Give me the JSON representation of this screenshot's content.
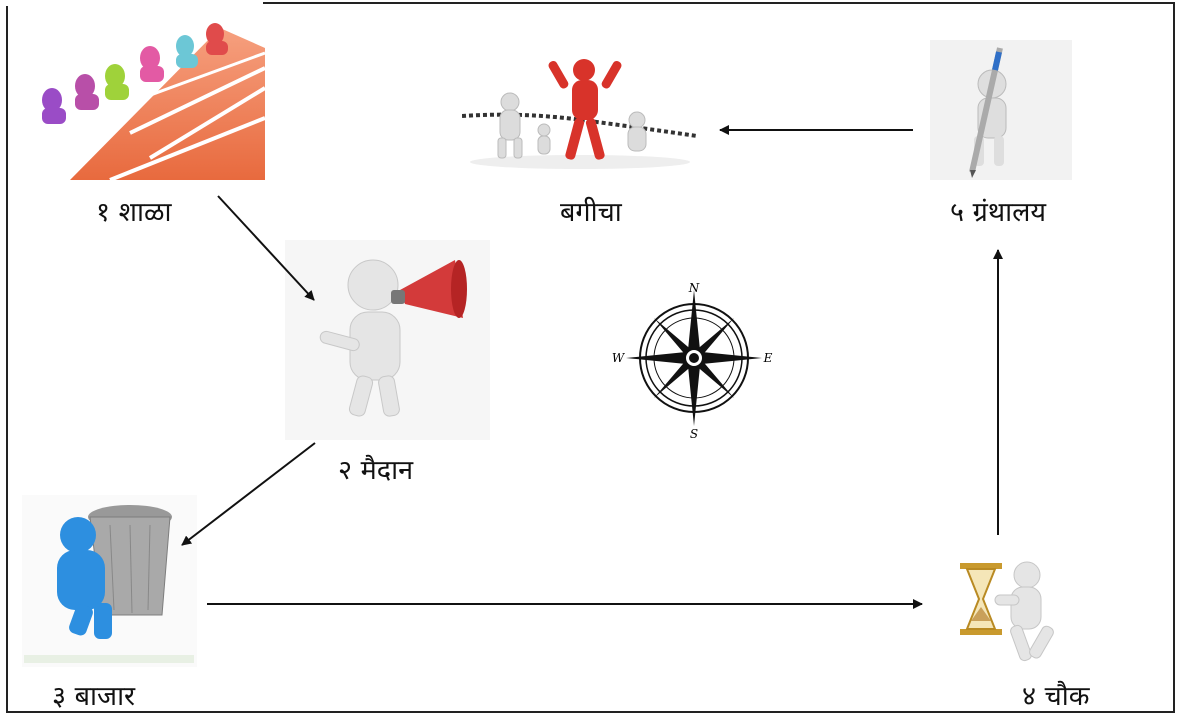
{
  "nodes": {
    "school": "१ शाळा",
    "ground": "२ मैदान",
    "market": "३ बाजार",
    "square": "४ चौक",
    "library": "५ ग्रंथालय",
    "garden": "बगीचा"
  },
  "compass": {
    "n": "N",
    "s": "S",
    "e": "E",
    "w": "W"
  },
  "colors": {
    "arrow": "#111111",
    "runner_red": "#d8332a",
    "track": "#f07a4f",
    "blue_figure": "#2d8fe0",
    "megaphone": "#d33a3a"
  }
}
